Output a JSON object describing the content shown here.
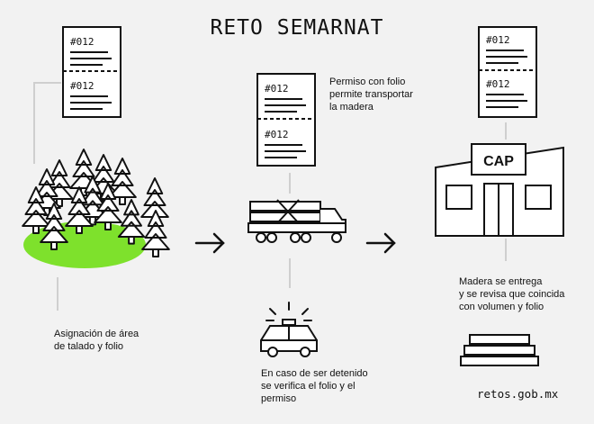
{
  "title": "RETO SEMARNAT",
  "steps": {
    "step1": {
      "caption": "Asignación de área\nde talado y folio"
    },
    "step2": {
      "caption": "Permiso con folio\npermite transportar\nla madera"
    },
    "step3": {
      "caption": "En caso de ser detenido\nse verifica el folio y el\npermiso"
    },
    "step4": {
      "caption": "Madera se entrega\ny se revisa que coincida\ncon volumen y folio"
    }
  },
  "folio": "#012",
  "store_sign": "CAP",
  "footer": "retos.gob.mx",
  "colors": {
    "grass": "#7ee12c",
    "ink": "#111111",
    "connector": "#cfcfcf",
    "background": "#f2f2f2"
  }
}
